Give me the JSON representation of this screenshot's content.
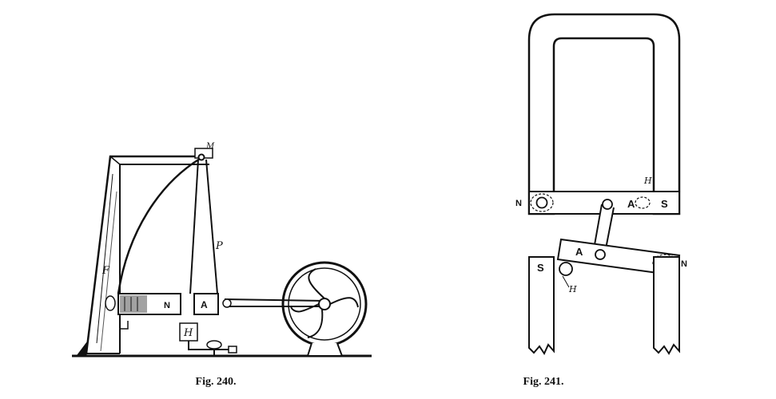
{
  "figures": [
    {
      "caption": "Fig. 240.",
      "labels": {
        "m": "M",
        "p": "P",
        "f": "F",
        "n": "N",
        "a": "A",
        "h": "H"
      }
    },
    {
      "caption": "Fig. 241.",
      "labels": {
        "n_top": "N",
        "a_top": "A",
        "h_top": "H",
        "s_top": "S",
        "s_bottom": "S",
        "a_bottom": "A",
        "h_bottom": "H",
        "n_bottom": "N"
      }
    }
  ]
}
